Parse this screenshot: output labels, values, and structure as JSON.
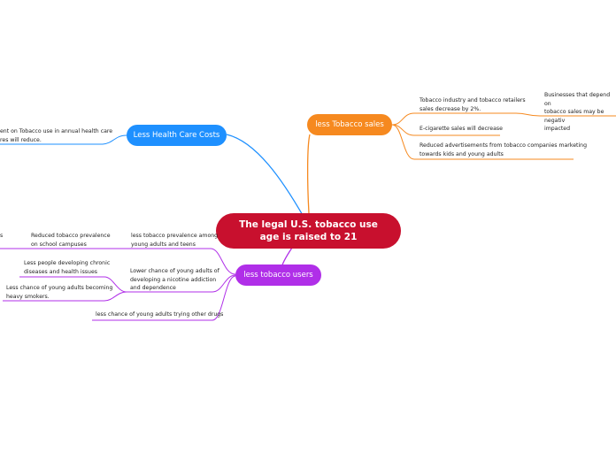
{
  "central": {
    "title": "The legal U.S. tobacco use age is raised to 21"
  },
  "colors": {
    "central": "#c8102e",
    "health": "#1e90ff",
    "sales": "#f6891f",
    "users": "#b02fe8"
  },
  "health": {
    "label": "Less Health Care Costs",
    "children": [
      {
        "text": "ent on Tobacco use in annual health care\nres will reduce."
      }
    ]
  },
  "sales": {
    "label": "less Tobacco sales",
    "children": [
      {
        "text": "Tobacco industry and tobacco retailers\nsales decrease by 2%."
      },
      {
        "text": "Businesses that depend on\ntobacco sales may be negativ\nimpacted"
      },
      {
        "text": "E-cigarette sales will decrease"
      },
      {
        "text": "Reduced advertisements from tobacco companies marketing\ntowards kids and young adults"
      }
    ]
  },
  "users": {
    "label": "less tobacco users",
    "children": [
      {
        "text": "less tobacco prevalence among\nyoung adults and teens"
      },
      {
        "text": "Reduced tobacco prevalence\non school campuses"
      },
      {
        "text": "s"
      },
      {
        "text": "Lower chance of young adults of\ndeveloping a nicotine addiction\nand dependence"
      },
      {
        "text": "Less people developing chronic\ndiseases and health issues"
      },
      {
        "text": "Less chance of young adults becoming\nheavy smokers."
      },
      {
        "text": "less chance of young adults trying other drugs"
      }
    ]
  }
}
